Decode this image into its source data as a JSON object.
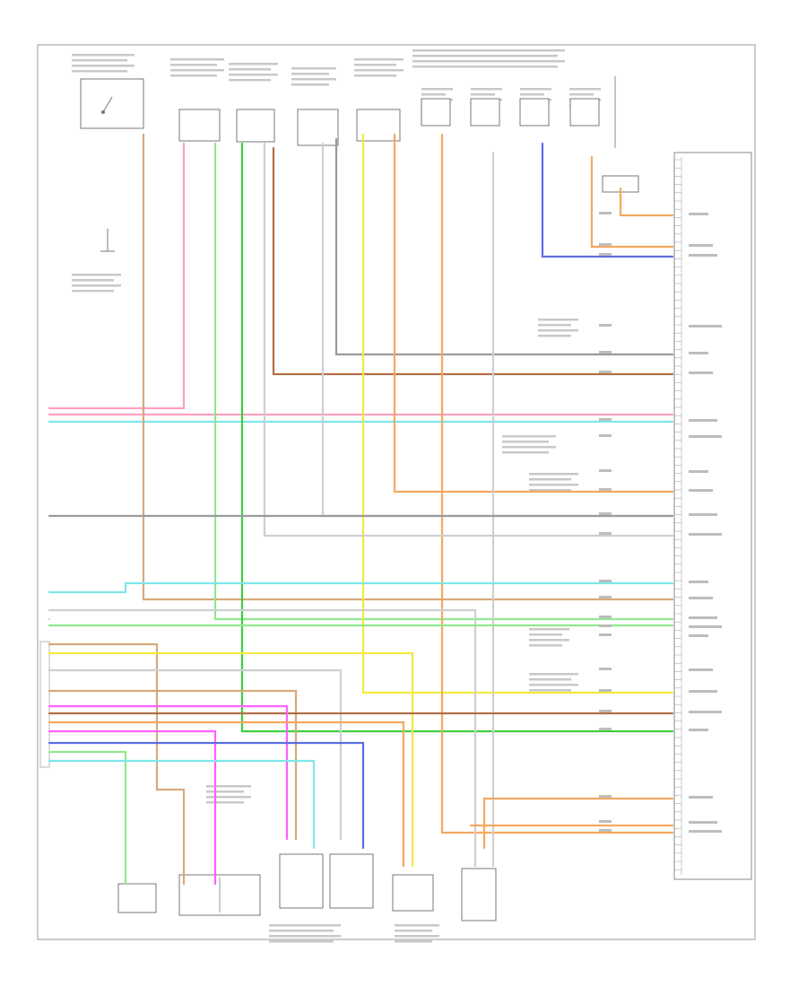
{
  "diagram": {
    "footer_code": "",
    "pcm_label": "",
    "colors": {
      "pink": "#ff9fc0",
      "light_green": "#8fe88f",
      "green": "#3ecf3e",
      "tan": "#d8a97a",
      "brown": "#b07048",
      "gray": "#9a9a9a",
      "light_gray": "#cfcfcf",
      "yellow": "#f0ea40",
      "orange": "#f4a860",
      "blue": "#5c6fe0",
      "light_blue": "#7ee6ea",
      "magenta": "#ff60ff",
      "black": "#333333"
    },
    "top_components": [
      {
        "id": "ac-pressure-switch",
        "label": ""
      },
      {
        "id": "accelerator-pedal-sensor",
        "label": ""
      },
      {
        "id": "throttle-position-sensor",
        "label": ""
      },
      {
        "id": "camshaft-position-sensor",
        "label": ""
      },
      {
        "id": "crankshaft-position-sensor",
        "label": ""
      },
      {
        "id": "knock-sensor",
        "label": ""
      },
      {
        "id": "fuel-injector-1",
        "label": ""
      },
      {
        "id": "fuel-injector-2",
        "label": ""
      },
      {
        "id": "fuel-injector-3",
        "label": ""
      },
      {
        "id": "fuel-injector-4",
        "label": ""
      }
    ],
    "bottom_components": [
      {
        "id": "fuel-pump-relay",
        "label": ""
      },
      {
        "id": "fuel-level-sensor",
        "label": ""
      },
      {
        "id": "purge-solenoid",
        "label": ""
      },
      {
        "id": "egr-valve",
        "label": ""
      },
      {
        "id": "oxygen-sensor",
        "label": ""
      },
      {
        "id": "transmission-range-switch",
        "label": ""
      }
    ],
    "pcm_pins": [],
    "left_labels": [],
    "splice_labels": []
  }
}
